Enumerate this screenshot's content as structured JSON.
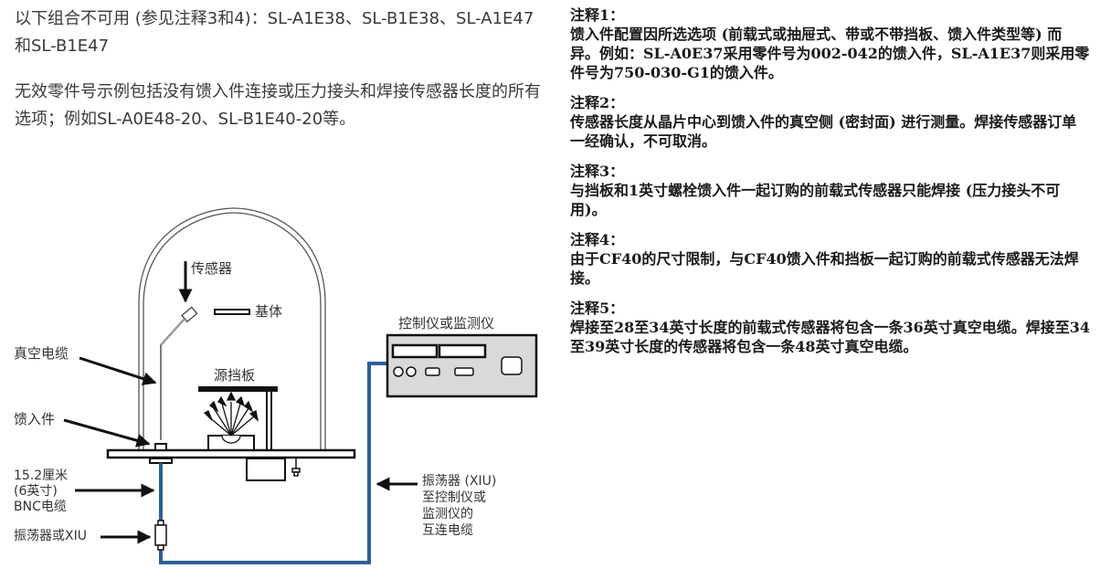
{
  "intro": {
    "paragraph1": "以下组合不可用 (参见注释3和4)：SL-A1E38、SL-B1E38、SL-A1E47和SL-B1E47",
    "paragraph2": "无效零件号示例包括没有馈入件连接或压力接头和焊接传感器长度的所有选项；例如SL-A0E48-20、SL-B1E40-20等。"
  },
  "notes": [
    {
      "title": "注释1：",
      "body": "馈入件配置因所选选项 (前载式或抽屉式、带或不带挡板、馈入件类型等) 而异。例如：SL-A0E37采用零件号为002-042的馈入件，SL-A1E37则采用零件号为750-030-G1的馈入件。"
    },
    {
      "title": "注释2：",
      "body": "传感器长度从晶片中心到馈入件的真空侧 (密封面) 进行测量。焊接传感器订单一经确认，不可取消。"
    },
    {
      "title": "注释3：",
      "body": "与挡板和1英寸螺栓馈入件一起订购的前载式传感器只能焊接 (压力接头不可用)。"
    },
    {
      "title": "注释4：",
      "body": "由于CF40的尺寸限制，与CF40馈入件和挡板一起订购的前载式传感器无法焊接。"
    },
    {
      "title": "注释5：",
      "body": "焊接至28至34英寸长度的前载式传感器将包含一条36英寸真空电缆。焊接至34至39英寸长度的传感器将包含一条48英寸真空电缆。"
    }
  ],
  "diagram": {
    "sensor": "传感器",
    "substrate": "基体",
    "vacuum_cable": "真空电缆",
    "source_shutter": "源挡板",
    "feedthrough": "馈入件",
    "bnc_cable": "15.2厘米\n(6英寸)\nBNC电缆",
    "oscillator": "振荡器或XIU",
    "controller": "控制仪或监测仪",
    "interconnect_cable": "振荡器 (XIU)\n至控制仪或\n监测仪的\n互连电缆"
  },
  "colors": {
    "cable_blue": "#2f5f95",
    "instrument_gray": "#d9d9d9"
  }
}
